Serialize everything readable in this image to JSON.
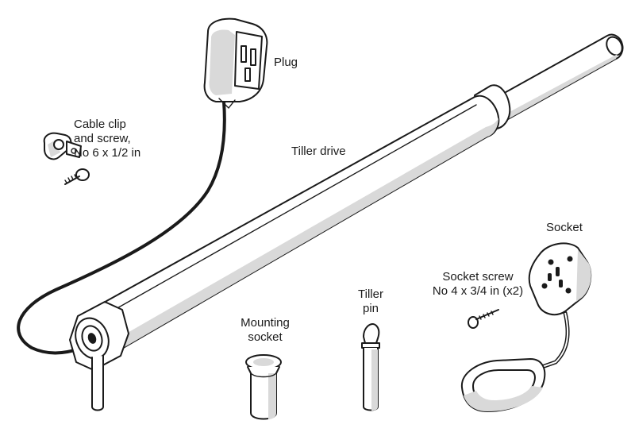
{
  "labels": {
    "plug": "Plug",
    "cable_clip": [
      "Cable clip",
      "and screw,",
      "No 6 x 1/2 in"
    ],
    "tiller_drive": "Tiller drive",
    "socket": "Socket",
    "socket_screw": [
      "Socket screw",
      "No 4 x 3/4 in (x2)"
    ],
    "tiller_pin": [
      "Tiller",
      "pin"
    ],
    "mounting_socket": [
      "Mounting",
      "socket"
    ]
  },
  "colors": {
    "ink": "#1a1a1a",
    "shade": "#d9d9d9",
    "background": "#ffffff"
  }
}
